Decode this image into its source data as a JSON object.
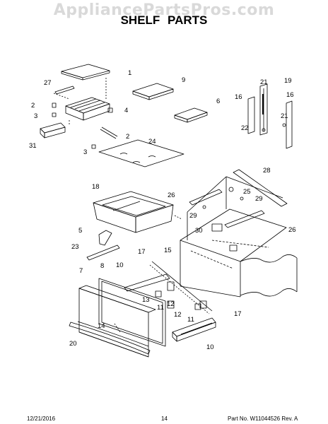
{
  "watermark": "AppliancePartsPros.com",
  "title": "SHELF PARTS",
  "callouts": {
    "c1": "1",
    "c27": "27",
    "c2a": "2",
    "c3a": "3",
    "c4": "4",
    "c31": "31",
    "c2b": "2",
    "c3b": "3",
    "c9": "9",
    "c6": "6",
    "c21a": "21",
    "c19": "19",
    "c16a": "16",
    "c16b": "16",
    "c21b": "21",
    "c22": "22",
    "c24": "24",
    "c18": "18",
    "c26a": "26",
    "c25": "25",
    "c28": "28",
    "c29a": "29",
    "c29b": "29",
    "c5": "5",
    "c30": "30",
    "c26b": "26",
    "c23": "23",
    "c17a": "17",
    "c15": "15",
    "c7": "7",
    "c8": "8",
    "c10a": "10",
    "c13": "13",
    "c12a": "12",
    "c11a": "11",
    "c14": "14",
    "c20": "20",
    "c12b": "12",
    "c11b": "11",
    "c17b": "17",
    "c10b": "10"
  },
  "footer": {
    "date": "12/21/2016",
    "page": "14",
    "part": "Part No. W11044526  Rev. A"
  }
}
